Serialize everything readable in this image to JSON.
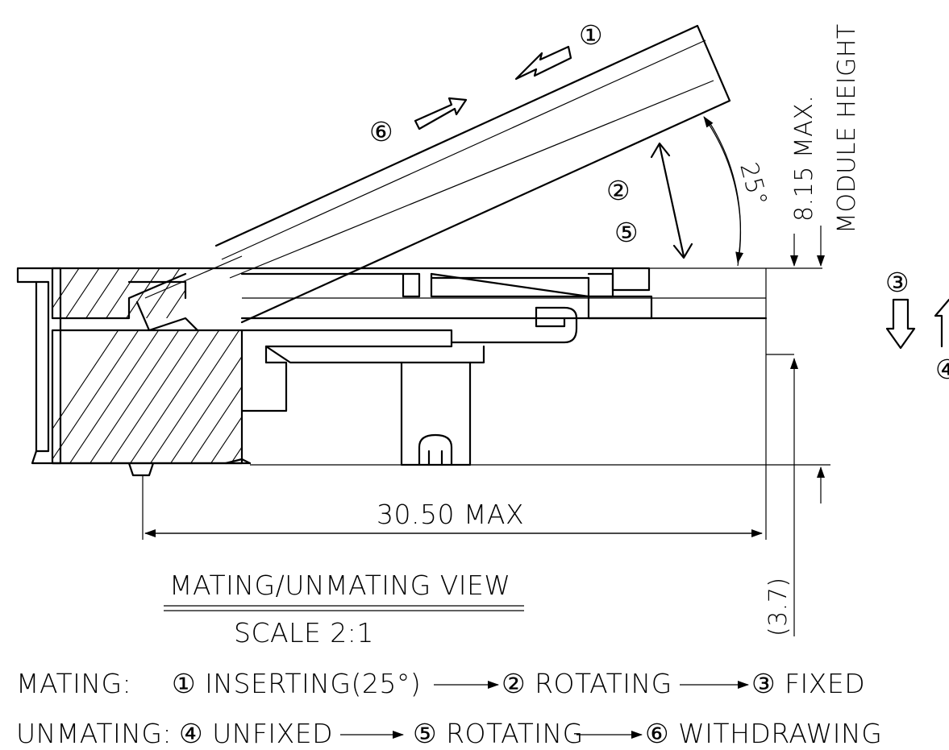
{
  "dimensions": {
    "width": "30.50 MAX",
    "height": "8.15 MAX.",
    "height_label": "MODULE HEIGHT",
    "offset": "(3.7)",
    "angle": "25°"
  },
  "view": {
    "title": "MATING/UNMATING VIEW",
    "scale": "SCALE 2:1"
  },
  "steps": {
    "s1": "①",
    "s2": "②",
    "s3": "③",
    "s4": "④",
    "s5": "⑤",
    "s6": "⑥"
  },
  "mating": {
    "label": "MATING:",
    "step1": "① INSERTING(25°)",
    "step2": "② ROTATING",
    "step3": "③ FIXED"
  },
  "unmating": {
    "label": "UNMATING:",
    "step4": "④ UNFIXED",
    "step5": "⑤ ROTATING",
    "step6": "⑥ WITHDRAWING"
  }
}
